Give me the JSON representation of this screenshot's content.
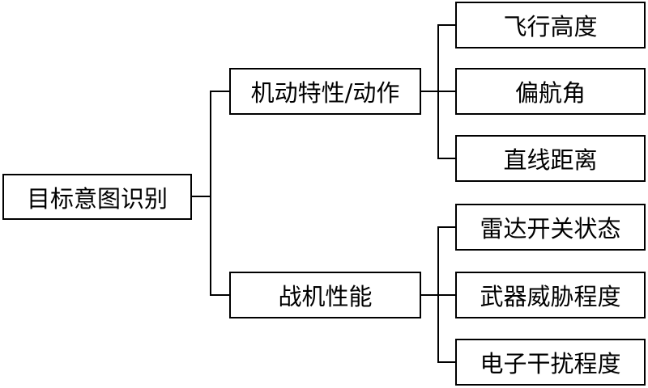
{
  "diagram": {
    "root": {
      "label": "目标意图识别"
    },
    "branches": [
      {
        "label": "机动特性/动作",
        "children": [
          {
            "label": "飞行高度"
          },
          {
            "label": "偏航角"
          },
          {
            "label": "直线距离"
          }
        ]
      },
      {
        "label": "战机性能",
        "children": [
          {
            "label": "雷达开关状态"
          },
          {
            "label": "武器威胁程度"
          },
          {
            "label": "电子干扰程度"
          }
        ]
      }
    ],
    "colors": {
      "stroke": "#000000",
      "background": "#ffffff"
    }
  }
}
